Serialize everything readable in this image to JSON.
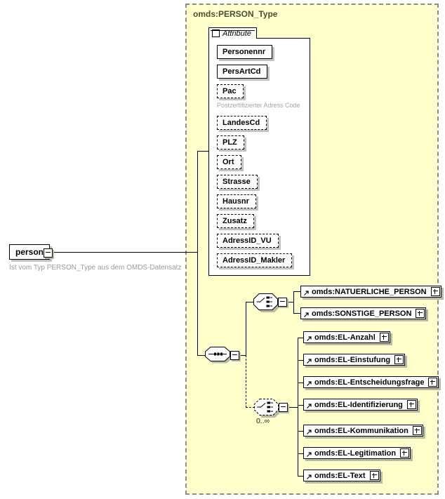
{
  "type_box": {
    "label": "omds:PERSON_Type"
  },
  "person": {
    "label": "person",
    "annotation": "Ist vom Typ PERSON_Type aus dem OMDS-Datensatz"
  },
  "attributes": {
    "tab_label": "Attribute",
    "items": [
      {
        "label": "Personennr",
        "required": true
      },
      {
        "label": "PersArtCd",
        "required": true
      },
      {
        "label": "Pac",
        "required": false,
        "annotation": "Postzertifizierter Adress Code"
      },
      {
        "label": "LandesCd",
        "required": false
      },
      {
        "label": "PLZ",
        "required": false
      },
      {
        "label": "Ort",
        "required": false
      },
      {
        "label": "Strasse",
        "required": false
      },
      {
        "label": "Hausnr",
        "required": false
      },
      {
        "label": "Zusatz",
        "required": false
      },
      {
        "label": "AdressID_VU",
        "required": false
      },
      {
        "label": "AdressID_Makler",
        "required": false
      }
    ]
  },
  "connectors": {
    "sequence": "sequence",
    "choice_person": "choice",
    "choice_el": "choice",
    "choice_el_occurrence": "0..∞"
  },
  "choice_person_elements": [
    {
      "label": "omds:NATUERLICHE_PERSON"
    },
    {
      "label": "omds:SONSTIGE_PERSON"
    }
  ],
  "choice_el_elements": [
    {
      "label": "omds:EL-Anzahl"
    },
    {
      "label": "omds:EL-Einstufung"
    },
    {
      "label": "omds:EL-Entscheidungsfrage"
    },
    {
      "label": "omds:EL-Identifizierung"
    },
    {
      "label": "omds:EL-Kommunikation"
    },
    {
      "label": "omds:EL-Legitimation"
    },
    {
      "label": "omds:EL-Text"
    }
  ],
  "icons": {
    "expand": "+",
    "collapse": "−",
    "reference": "↗"
  },
  "colors": {
    "type_fill": "#FFFFCC",
    "type_border": "#8C8C8C",
    "type_label": "#4E4E38",
    "annotation": "#9A9A9A",
    "shadow": "#B9B9A4"
  }
}
